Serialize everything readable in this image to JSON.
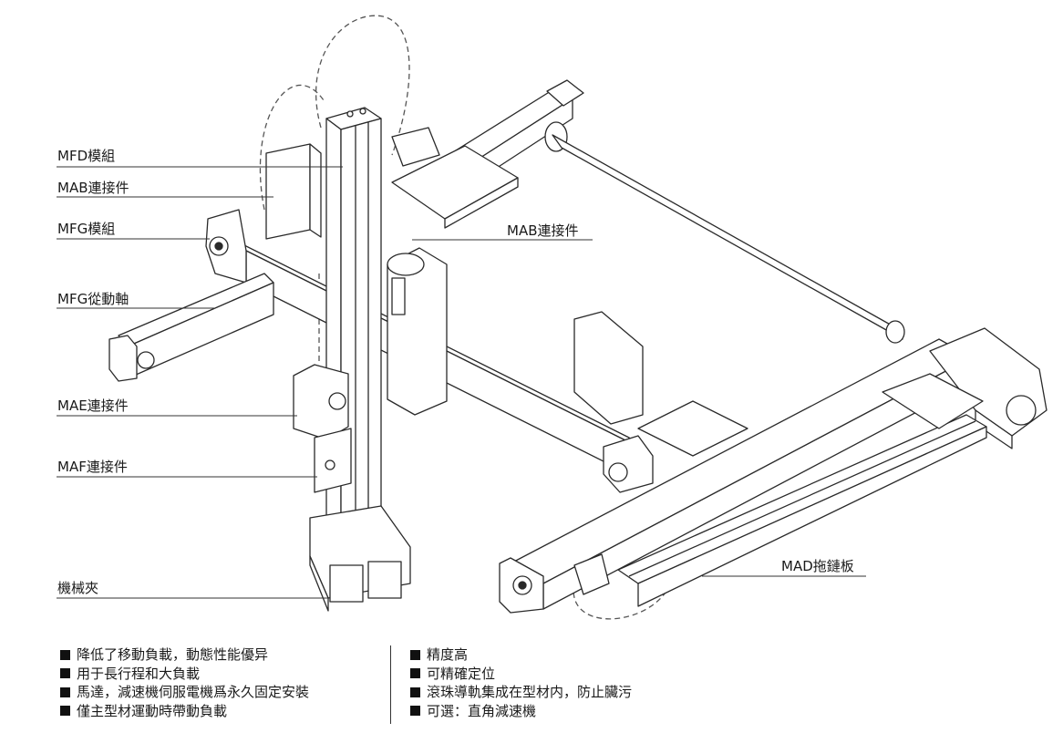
{
  "callouts": {
    "mfd_module": "MFD模組",
    "mab_connector_left": "MAB連接件",
    "mfg_module": "MFG模組",
    "mfg_driven_axis": "MFG從動軸",
    "mab_connector_right": "MAB連接件",
    "mae_connector": "MAE連接件",
    "maf_connector": "MAF連接件",
    "gripper": "機械夾",
    "mad_drag_chain_plate": "MAD拖鏈板"
  },
  "features_left": [
    "降低了移動負載，動態性能優异",
    "用于長行程和大負載",
    "馬達，減速機伺服電機爲永久固定安裝",
    "僅主型材運動時帶動負載"
  ],
  "features_right": [
    "精度高",
    "可精確定位",
    "滾珠導軌集成在型材内，防止臟污",
    "可選：直角減速機"
  ]
}
